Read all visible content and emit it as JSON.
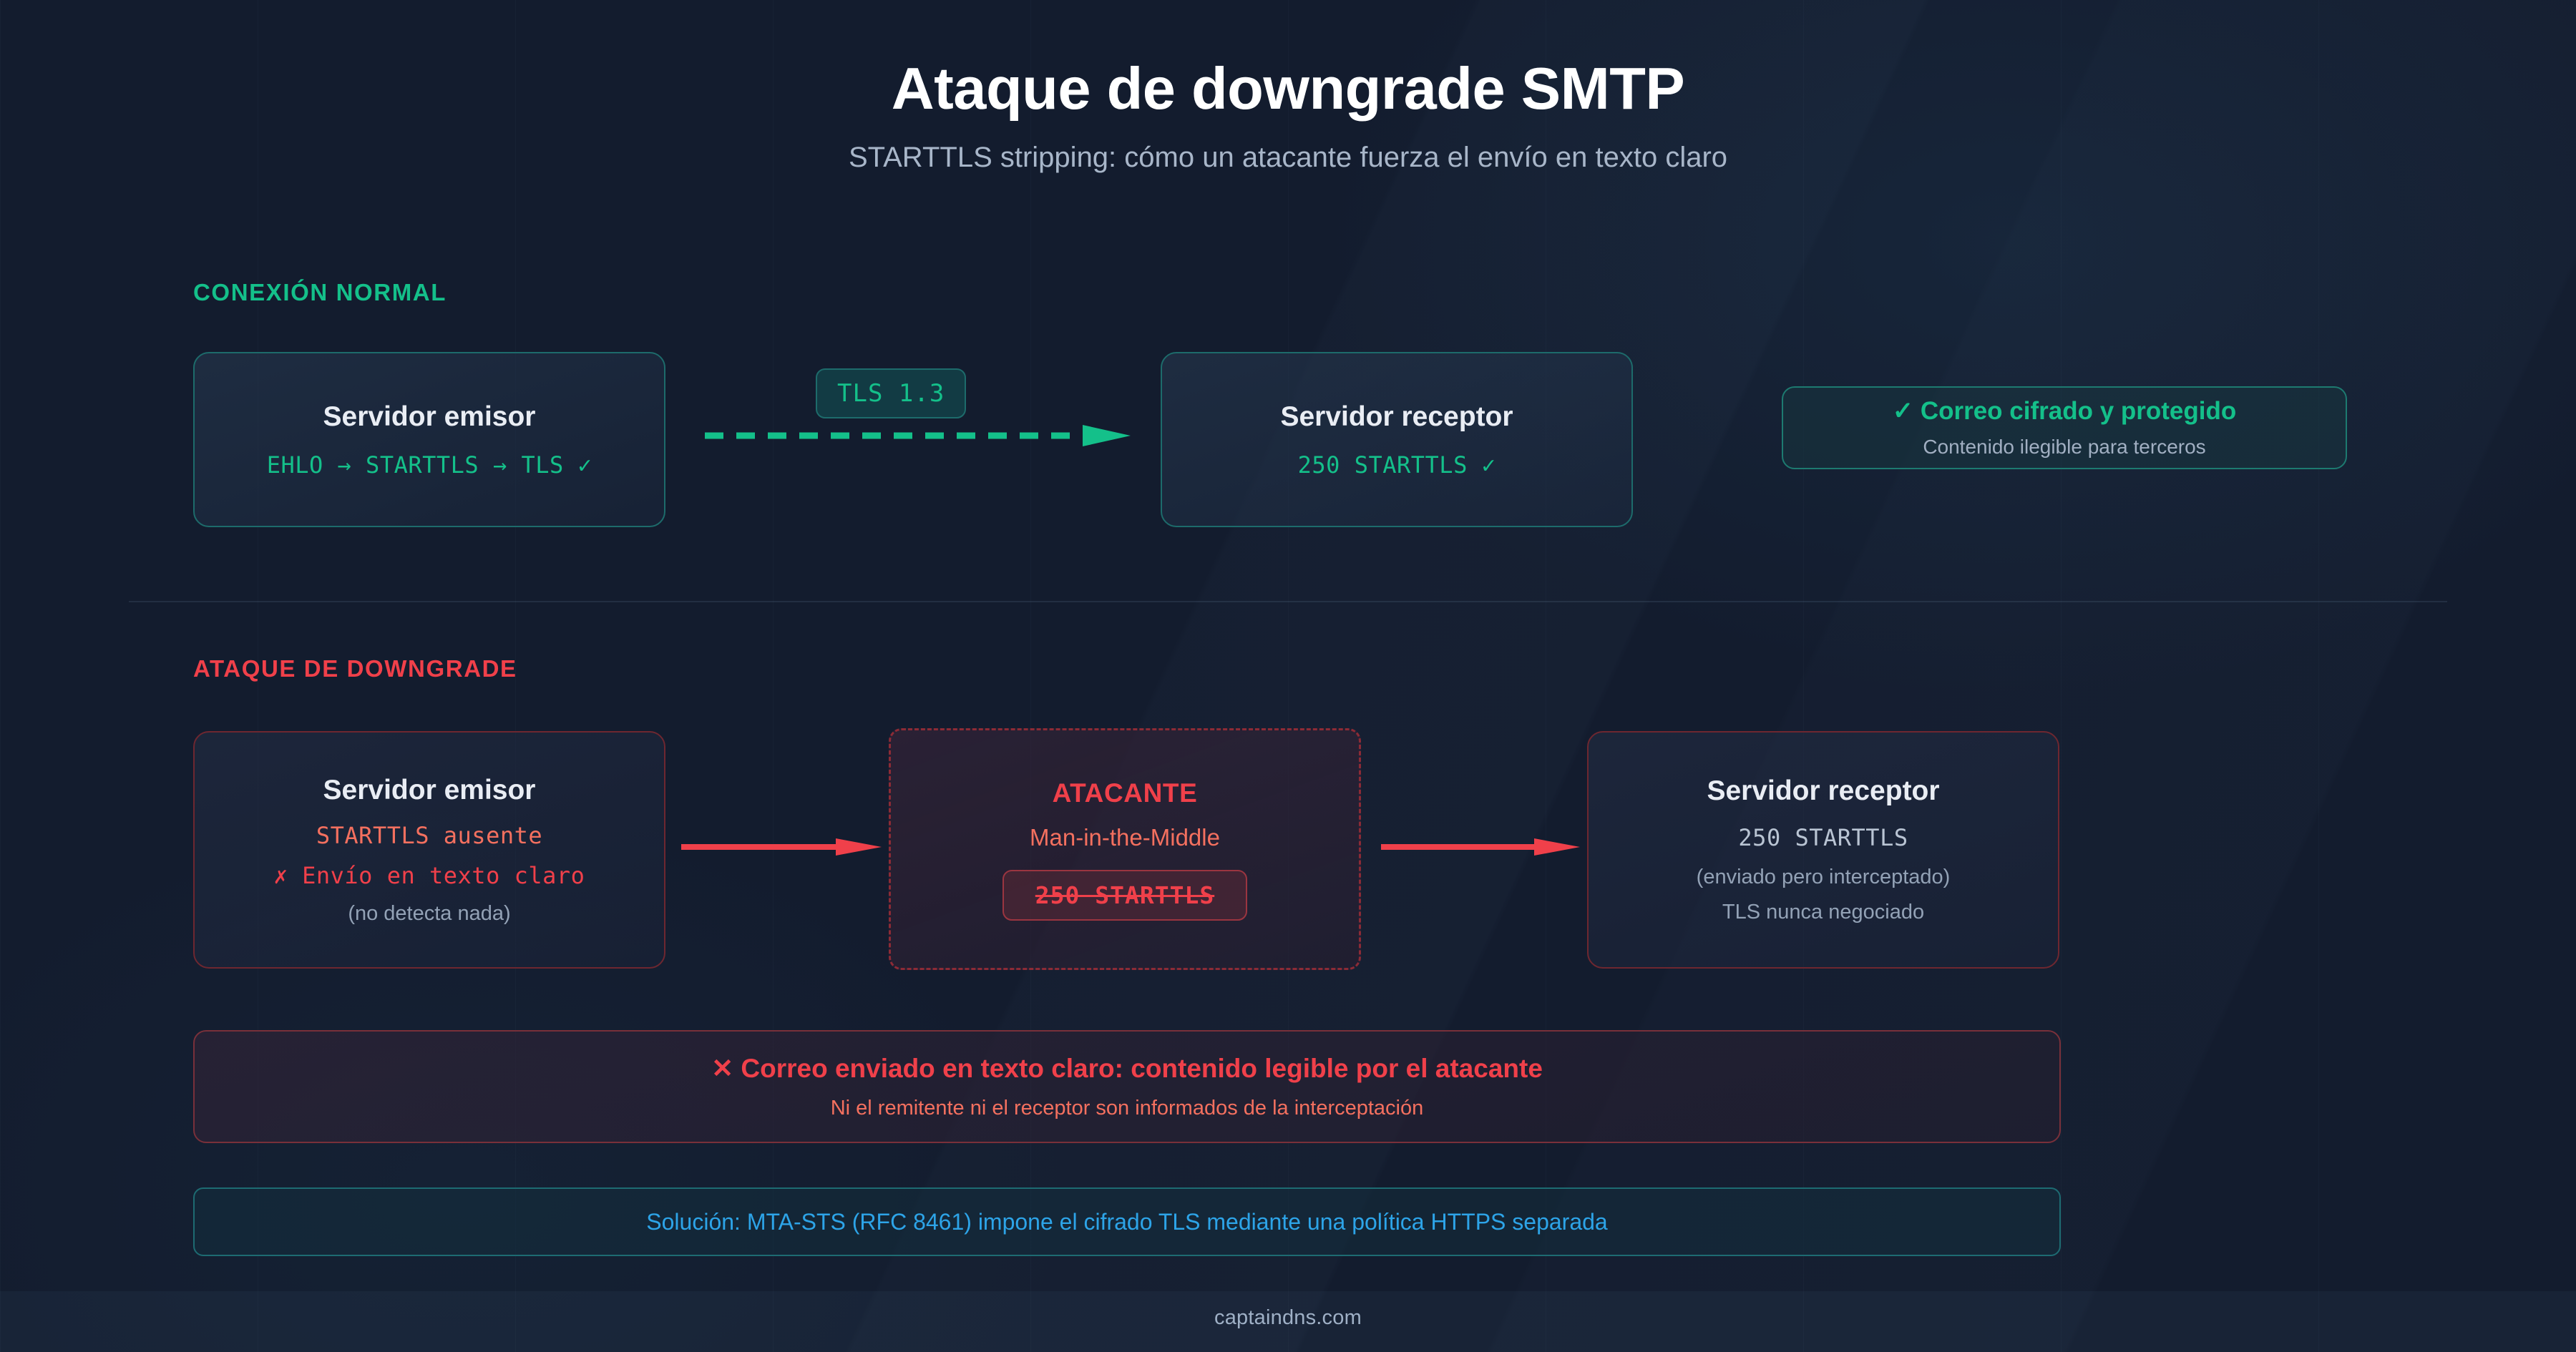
{
  "header": {
    "title": "Ataque de downgrade SMTP",
    "subtitle": "STARTTLS stripping: cómo un atacante fuerza el envío en texto claro"
  },
  "normal_section": {
    "label": "CONEXIÓN NORMAL",
    "sender": {
      "title": "Servidor emisor",
      "protocol": "EHLO → STARTTLS → TLS ✓"
    },
    "link_badge": "TLS 1.3",
    "arrow_style": "dashed-green-right",
    "receiver": {
      "title": "Servidor receptor",
      "protocol": "250 STARTTLS ✓"
    },
    "result": {
      "icon": "✓",
      "title": "Correo cifrado y protegido",
      "subtitle": "Contenido ilegible para terceros"
    }
  },
  "attack_section": {
    "label": "ATAQUE DE DOWNGRADE",
    "sender": {
      "title": "Servidor emisor",
      "line1": "STARTTLS ausente",
      "line2": "✗ Envío en texto claro",
      "note": "(no detecta nada)"
    },
    "attacker": {
      "title": "ATACANTE",
      "role": "Man-in-the-Middle",
      "stripped_command": "250 STARTTLS"
    },
    "receiver": {
      "title": "Servidor receptor",
      "line1": "250 STARTTLS",
      "line2": "(enviado pero interceptado)",
      "line3": "TLS nunca negociado"
    },
    "arrow_style": "solid-red-right"
  },
  "danger_banner": {
    "icon": "✕",
    "title": "Correo enviado en texto claro: contenido legible por el atacante",
    "subtitle": "Ni el remitente ni el receptor son informados de la interceptación"
  },
  "solution_banner": {
    "text": "Solución: MTA-STS (RFC 8461) impone el cifrado TLS mediante una política HTTPS separada"
  },
  "footer": {
    "site": "captaindns.com"
  },
  "colors": {
    "background": "#131c2e",
    "green": "#14c08a",
    "red": "#f0404a",
    "red_soft": "#f4705f",
    "blue": "#2da4e8",
    "text_primary": "#e9edf4",
    "text_muted": "#93a2b6"
  }
}
